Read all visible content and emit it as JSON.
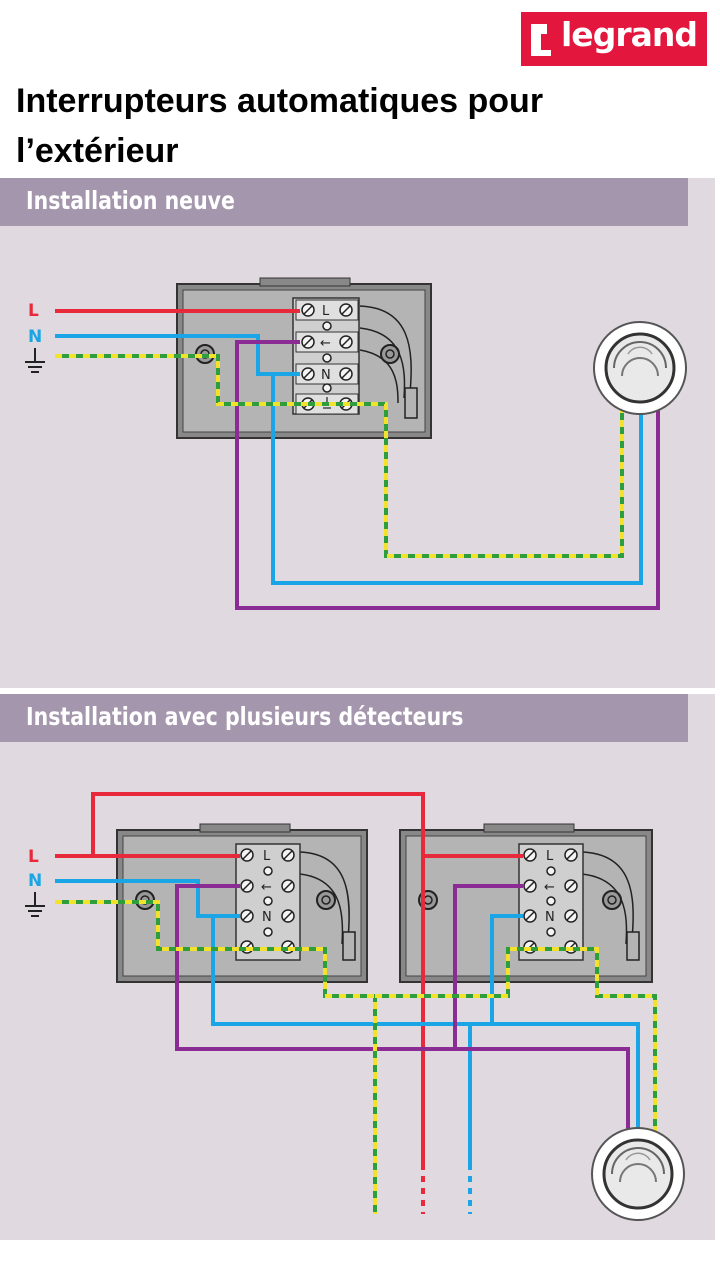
{
  "brand": {
    "name": "legrand",
    "color": "#e3173e"
  },
  "title": "Interrupteurs automatiques pour l’extérieur",
  "sections": [
    {
      "title": "Installation neuve"
    },
    {
      "title": "Installation avec plusieurs détecteurs"
    }
  ],
  "wire_labels": {
    "line": "L",
    "neutral": "N"
  },
  "terminal_labels": {
    "line": "L",
    "load": "←",
    "neutral": "N"
  },
  "colors": {
    "line": "#e8283b",
    "neutral": "#1aa6e6",
    "load": "#8a2c93",
    "earth_yellow": "#f2e22b",
    "earth_green": "#2e9e3c",
    "panel_bg": "#e0dae0",
    "section_bar": "#a497ad"
  },
  "icons": [
    "earth-icon",
    "lamp-icon",
    "screw-terminal-icon"
  ]
}
